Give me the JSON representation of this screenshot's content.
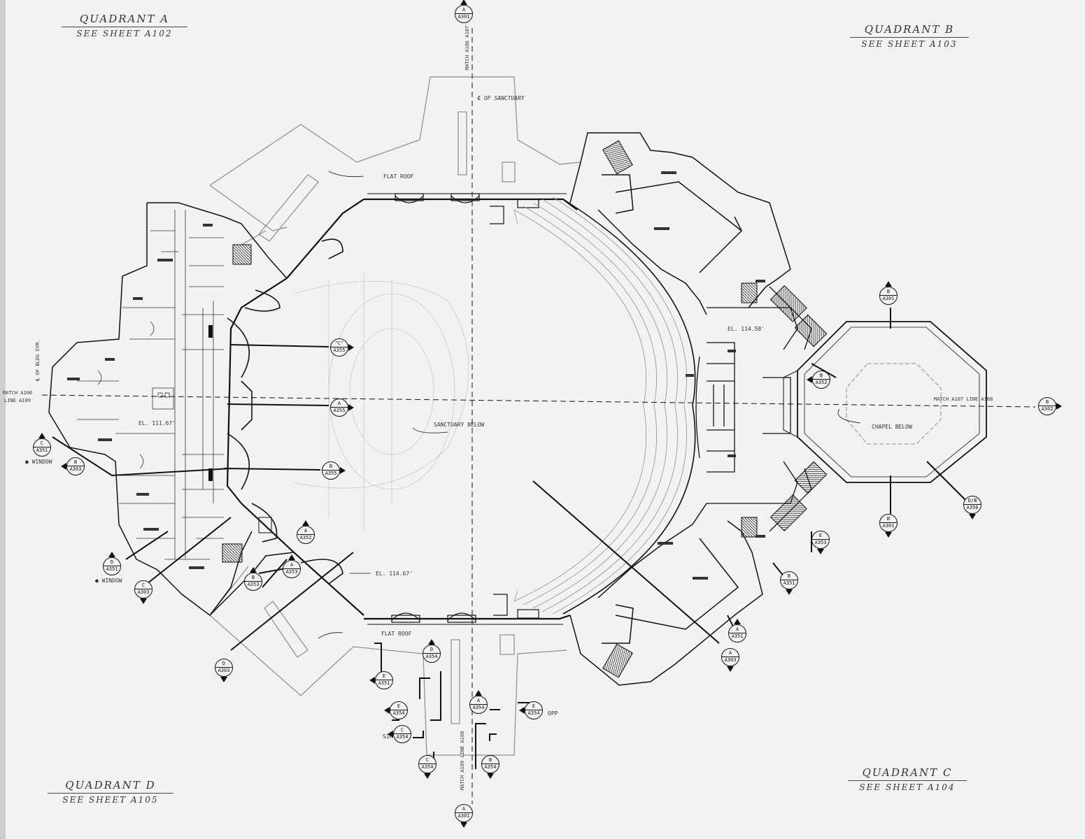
{
  "quadrants": {
    "a": {
      "title": "QUADRANT A",
      "sheet": "SEE SHEET A102"
    },
    "b": {
      "title": "QUADRANT B",
      "sheet": "SEE SHEET A103"
    },
    "c": {
      "title": "QUADRANT C",
      "sheet": "SEE SHEET A104"
    },
    "d": {
      "title": "QUADRANT D",
      "sheet": "SEE SHEET A105"
    }
  },
  "plan_labels": {
    "flat_roof_top": "FLAT ROOF",
    "flat_roof_bottom": "FLAT ROOF",
    "sanctuary_below": "SANCTUARY BELOW",
    "chapel_below": "CHAPEL BELOW",
    "el_left": "EL. 111.67'",
    "el_bottom": "EL. 114.67'",
    "el_right": "EL. 114.58'",
    "cl_sanctuary": "℄ OF SANCTUARY",
    "cl_bldg": "℄ OF BLDG SYM.",
    "match_top": "MATCH A106 A107",
    "match_bottom": "MATCH A109 LINE A108",
    "match_left_1": "MATCH  A106",
    "match_left_2": "LINE  A109",
    "match_right": "MATCH A107 LINE A108",
    "window_1": "WINDOW",
    "window_2": "WINDOW",
    "sim": "SIM.",
    "opp": "OPP"
  },
  "section_markers": [
    {
      "letter": "A",
      "sheet": "A301"
    },
    {
      "letter": "A",
      "sheet": "A301"
    },
    {
      "letter": "B",
      "sheet": "A302"
    },
    {
      "letter": "C",
      "sheet": "A351"
    },
    {
      "letter": "B",
      "sheet": "A303"
    },
    {
      "letter": "D",
      "sheet": "A351"
    },
    {
      "letter": "C",
      "sheet": "A303"
    },
    {
      "letter": "D",
      "sheet": "A303"
    },
    {
      "letter": "\"C\"",
      "sheet": "A355"
    },
    {
      "letter": "A",
      "sheet": "A355"
    },
    {
      "letter": "B",
      "sheet": "A355"
    },
    {
      "letter": "A",
      "sheet": "A352"
    },
    {
      "letter": "A",
      "sheet": "A353"
    },
    {
      "letter": "B",
      "sheet": "A353"
    },
    {
      "letter": "D",
      "sheet": "A354"
    },
    {
      "letter": "E",
      "sheet": "A351"
    },
    {
      "letter": "E",
      "sheet": "A354"
    },
    {
      "letter": "A",
      "sheet": "A354"
    },
    {
      "letter": "E",
      "sheet": "A354"
    },
    {
      "letter": "C",
      "sheet": "A354"
    },
    {
      "letter": "C",
      "sheet": "A354"
    },
    {
      "letter": "B",
      "sheet": "A354"
    },
    {
      "letter": "B",
      "sheet": "A301"
    },
    {
      "letter": "B",
      "sheet": "A301"
    },
    {
      "letter": "B",
      "sheet": "A352"
    },
    {
      "letter": "D/B",
      "sheet": "A356"
    },
    {
      "letter": "E",
      "sheet": "A353"
    },
    {
      "letter": "B",
      "sheet": "A351"
    },
    {
      "letter": "A",
      "sheet": "A351"
    },
    {
      "letter": "A",
      "sheet": "A303"
    }
  ]
}
